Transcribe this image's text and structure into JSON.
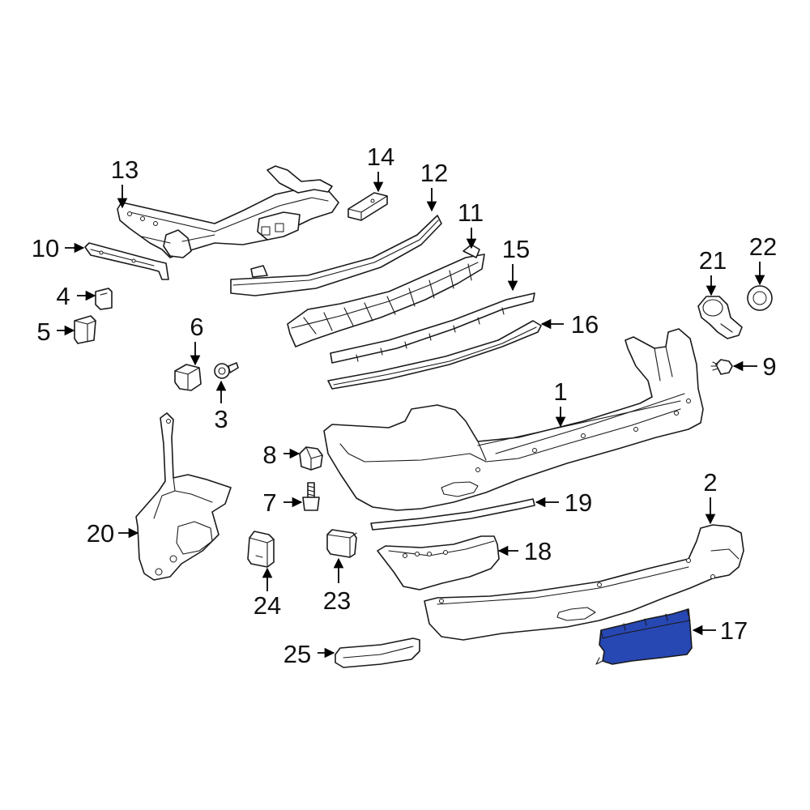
{
  "highlight_color": "#2747b3",
  "line_color": "#1a1a1a",
  "callouts": {
    "c1": "1",
    "c2": "2",
    "c3": "3",
    "c4": "4",
    "c5": "5",
    "c6": "6",
    "c7": "7",
    "c8": "8",
    "c9": "9",
    "c10": "10",
    "c11": "11",
    "c12": "12",
    "c13": "13",
    "c14": "14",
    "c15": "15",
    "c16": "16",
    "c17": "17",
    "c18": "18",
    "c19": "19",
    "c20": "20",
    "c21": "21",
    "c22": "22",
    "c23": "23",
    "c24": "24",
    "c25": "25"
  }
}
